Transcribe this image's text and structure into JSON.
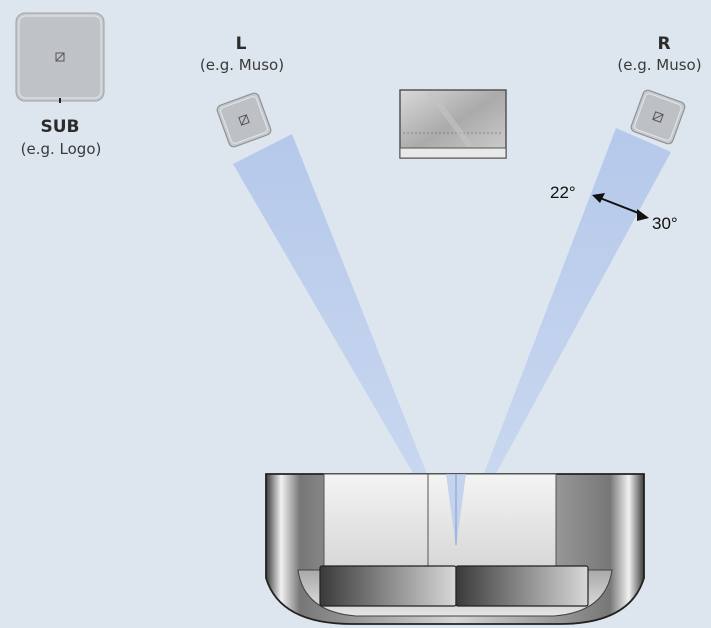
{
  "speakers": {
    "left": {
      "name": "L",
      "example": "(e.g. Muso)",
      "icon": "speaker-icon"
    },
    "right": {
      "name": "R",
      "example": "(e.g. Muso)",
      "icon": "speaker-icon"
    },
    "sub": {
      "name": "SUB",
      "example": "(e.g. Logo)",
      "icon": "subwoofer-icon"
    }
  },
  "angles": {
    "inner": "22°",
    "outer": "30°"
  },
  "colors": {
    "background": "#dde6ef",
    "beam": "#b7cbec",
    "speaker": "#b9bcc0"
  }
}
